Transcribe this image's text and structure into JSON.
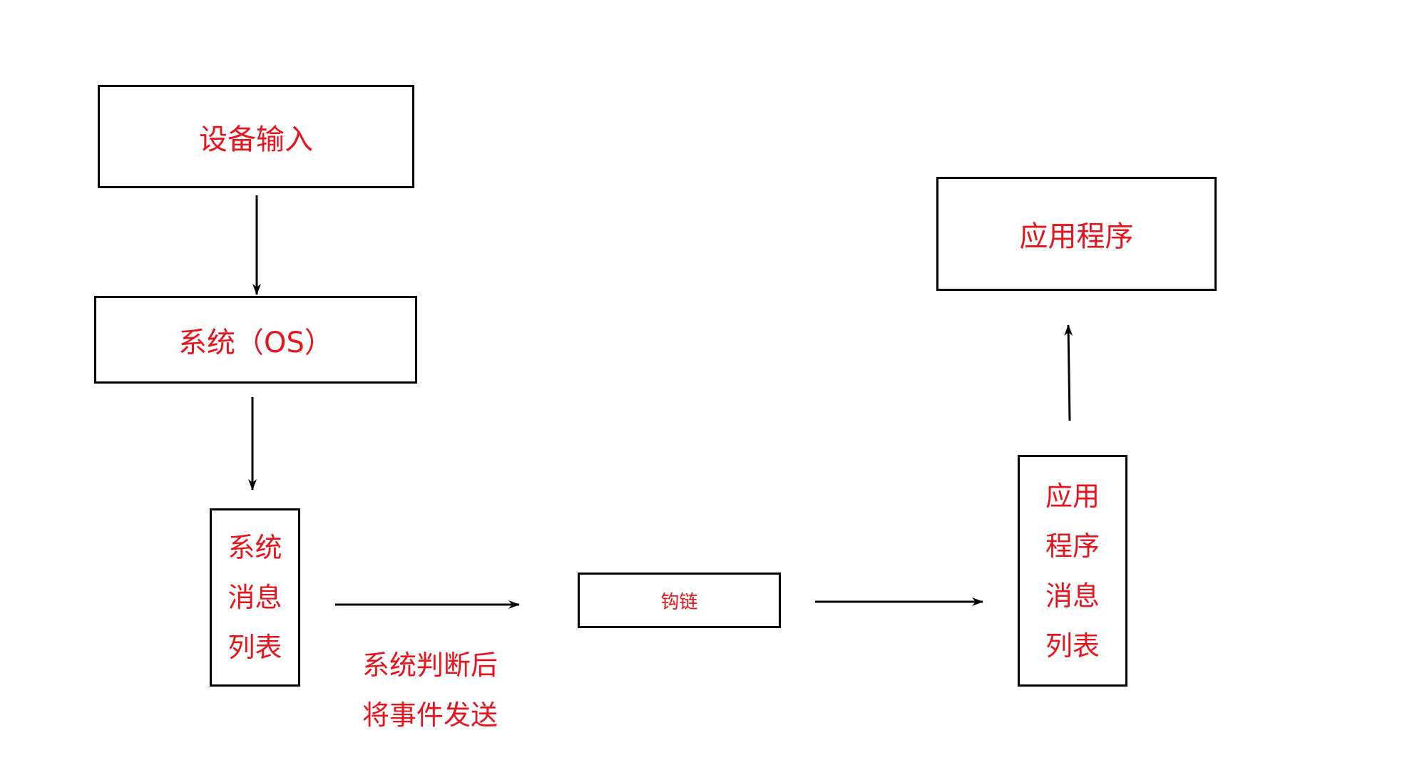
{
  "nodes": {
    "device_input": "设备输入",
    "system_os": "系统（OS）",
    "system_queue": [
      "系统",
      "消息",
      "列表"
    ],
    "hook_chain": "钩链",
    "app_queue": [
      "应用",
      "程序",
      "消息",
      "列表"
    ],
    "application": "应用程序"
  },
  "edge_label": [
    "系统判断后",
    "将事件发送"
  ],
  "colors": {
    "text": "#e8141d",
    "stroke": "#000000",
    "background": "#ffffff"
  }
}
